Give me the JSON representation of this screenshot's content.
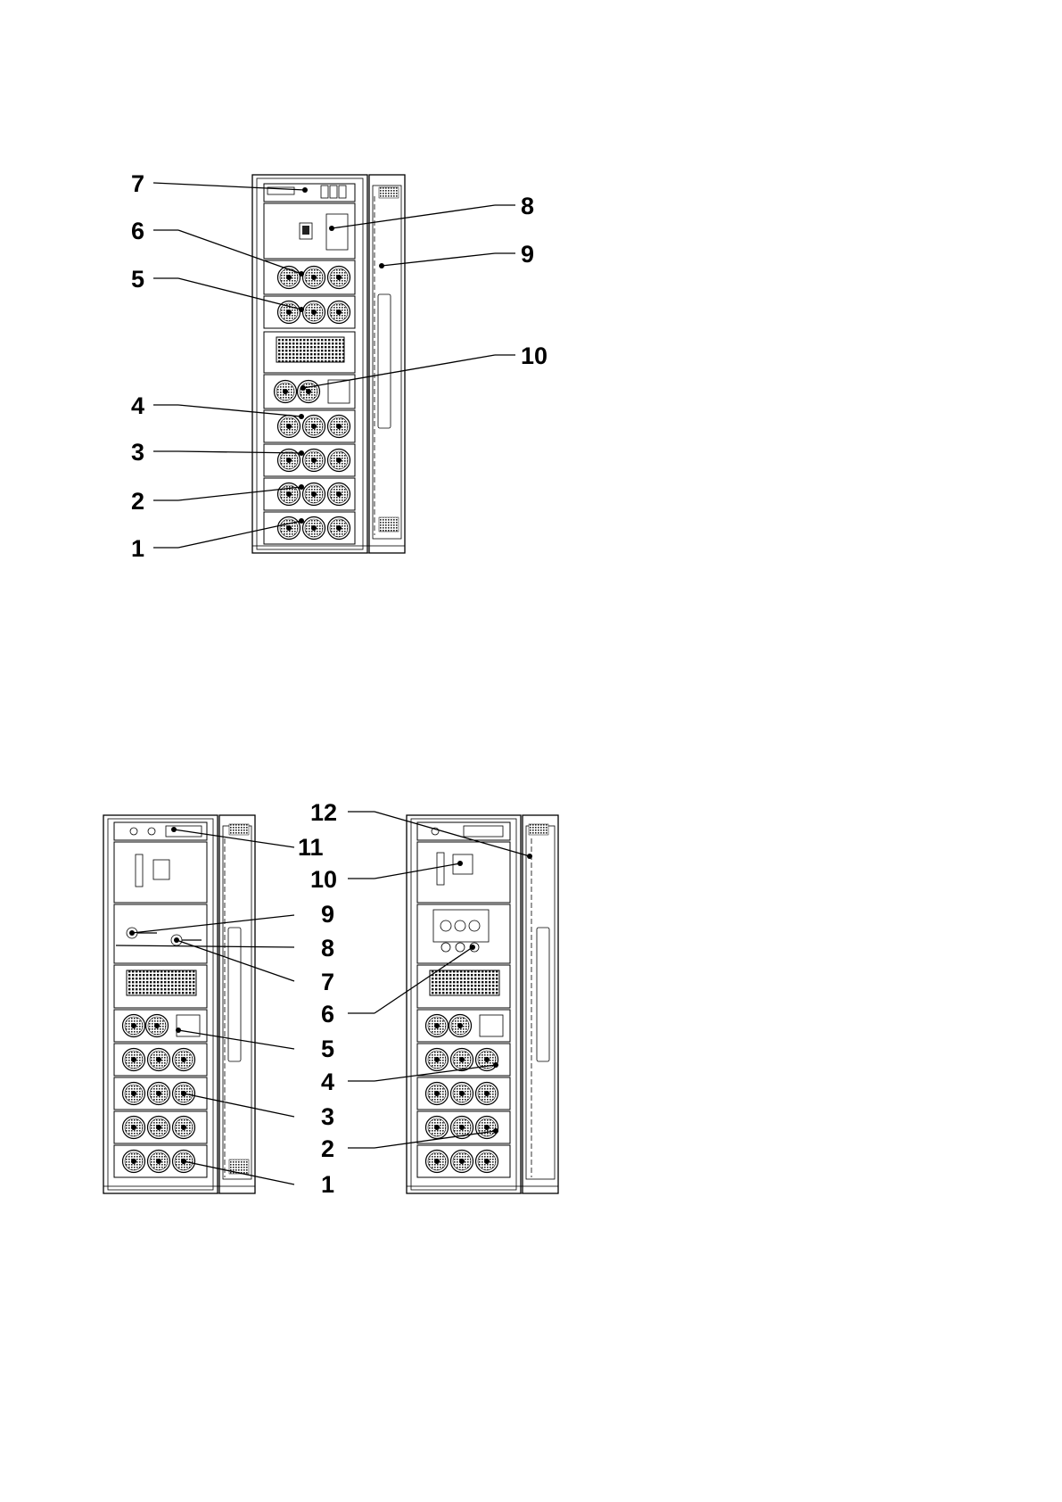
{
  "figure_top": {
    "callouts": [
      "7",
      "6",
      "5",
      "4",
      "3",
      "2",
      "1",
      "8",
      "9",
      "10"
    ]
  },
  "figure_bottom_left": {
    "callouts": [
      "11",
      "9",
      "8",
      "7",
      "5",
      "3",
      "1"
    ]
  },
  "figure_bottom_right": {
    "callouts": [
      "12",
      "10",
      "6",
      "4",
      "2"
    ]
  }
}
